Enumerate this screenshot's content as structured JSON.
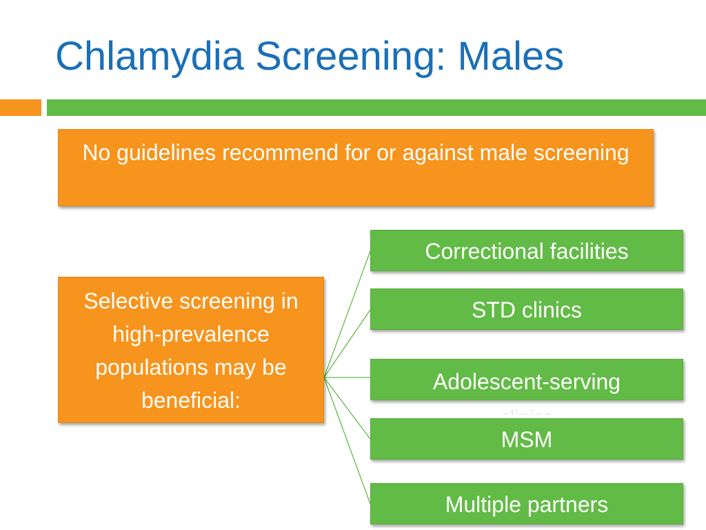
{
  "slide": {
    "title": "Chlamydia Screening: Males",
    "colors": {
      "title": "#1a6fb8",
      "orange": "#f7941d",
      "green": "#62bb46"
    },
    "top_box": {
      "text": "No guidelines recommend for or against male screening"
    },
    "left_box": {
      "text": "Selective screening in high-prevalence populations may be beneficial:"
    },
    "populations": [
      {
        "label": "Correctional facilities",
        "overflow": ""
      },
      {
        "label": "STD clinics",
        "overflow": ""
      },
      {
        "label": "Adolescent-serving",
        "overflow": "clinics"
      },
      {
        "label": "MSM",
        "overflow": ""
      },
      {
        "label": "Multiple partners",
        "overflow": ""
      }
    ]
  }
}
